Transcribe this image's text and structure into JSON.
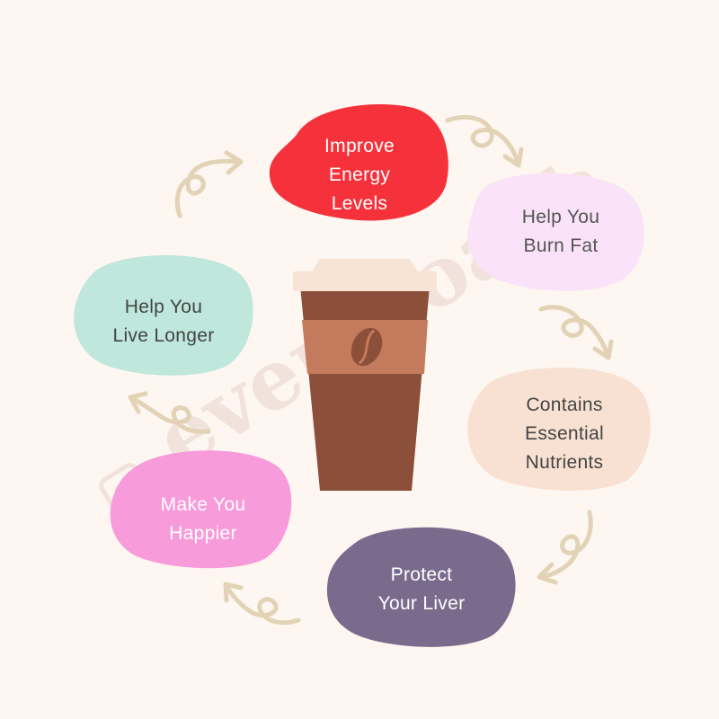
{
  "colors": {
    "background": "#fdf6f1",
    "arrow": "#e3d3b6",
    "cup_body": "#8b4f3a",
    "cup_lid": "#f8e4d4",
    "cup_sleeve": "#c47a5c",
    "coffee_bean": "#8b4f3a"
  },
  "benefits": [
    {
      "id": "energy",
      "lines": [
        "Improve",
        "Energy",
        "Levels"
      ],
      "fill": "#f5323b",
      "text_color": "#ffffff"
    },
    {
      "id": "burn-fat",
      "lines": [
        "Help You",
        "Burn Fat"
      ],
      "fill": "#fae2f8",
      "text_color": "#555555"
    },
    {
      "id": "nutrients",
      "lines": [
        "Contains",
        "Essential",
        "Nutrients"
      ],
      "fill": "#f8e1d2",
      "text_color": "#444444"
    },
    {
      "id": "liver",
      "lines": [
        "Protect",
        "Your Liver"
      ],
      "fill": "#7a6b8d",
      "text_color": "#ffffff"
    },
    {
      "id": "happier",
      "lines": [
        "Make You",
        "Happier"
      ],
      "fill": "#f79bda",
      "text_color": "#ffffff"
    },
    {
      "id": "longer",
      "lines": [
        "Help You",
        "Live Longer"
      ],
      "fill": "#bfe7dc",
      "text_color": "#444444"
    }
  ],
  "watermark": {
    "text": "everycoach",
    "color": "#ead3cc"
  },
  "icons": {
    "cup": "coffee-cup-icon",
    "bean": "coffee-bean-icon",
    "arrow": "curly-arrow-icon",
    "watermark_logo": "everycoach-logo-icon"
  }
}
